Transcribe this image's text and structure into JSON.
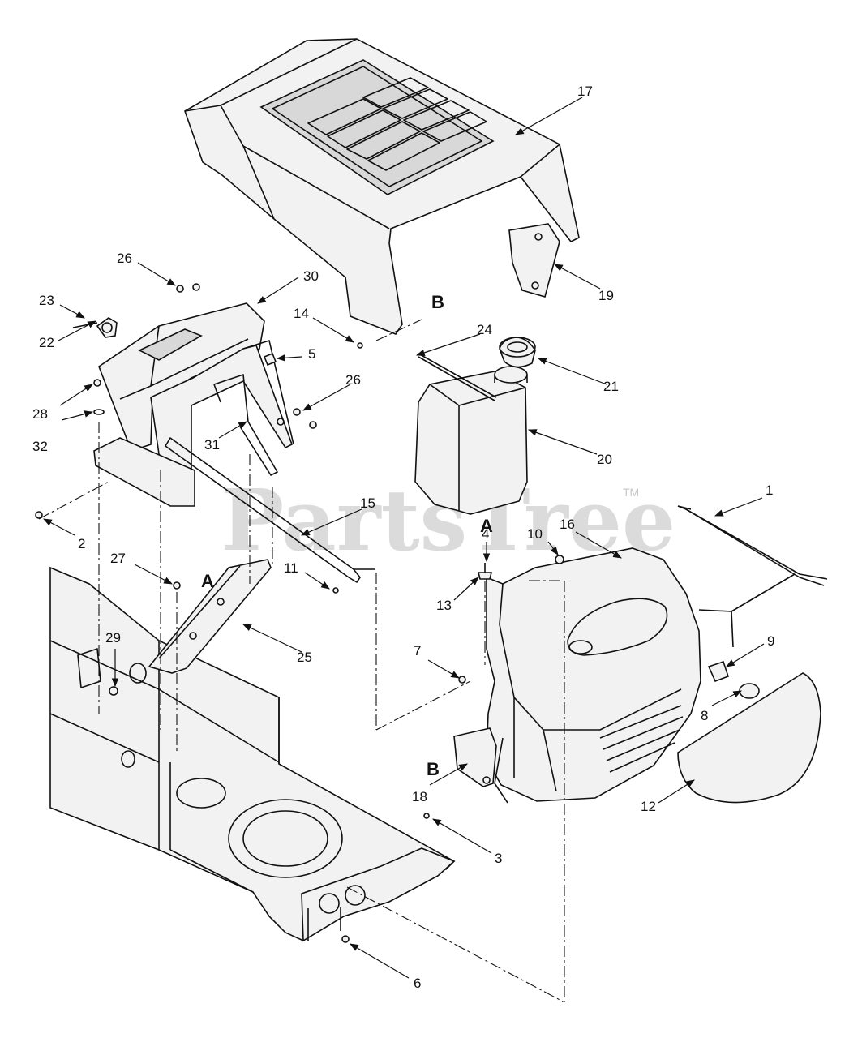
{
  "watermark": {
    "text": "PartsTree",
    "trademark": "TM"
  },
  "callouts": [
    {
      "id": "c1",
      "label": "1"
    },
    {
      "id": "c2",
      "label": "2"
    },
    {
      "id": "c3",
      "label": "3"
    },
    {
      "id": "c4",
      "label": "4"
    },
    {
      "id": "c5",
      "label": "5"
    },
    {
      "id": "c6",
      "label": "6"
    },
    {
      "id": "c7",
      "label": "7"
    },
    {
      "id": "c8",
      "label": "8"
    },
    {
      "id": "c9",
      "label": "9"
    },
    {
      "id": "c10",
      "label": "10"
    },
    {
      "id": "c11",
      "label": "11"
    },
    {
      "id": "c12",
      "label": "12"
    },
    {
      "id": "c13",
      "label": "13"
    },
    {
      "id": "c14",
      "label": "14"
    },
    {
      "id": "c15",
      "label": "15"
    },
    {
      "id": "c16",
      "label": "16"
    },
    {
      "id": "c17",
      "label": "17"
    },
    {
      "id": "c18",
      "label": "18"
    },
    {
      "id": "c19",
      "label": "19"
    },
    {
      "id": "c20",
      "label": "20"
    },
    {
      "id": "c21",
      "label": "21"
    },
    {
      "id": "c22",
      "label": "22"
    },
    {
      "id": "c23",
      "label": "23"
    },
    {
      "id": "c24",
      "label": "24"
    },
    {
      "id": "c25",
      "label": "25"
    },
    {
      "id": "c26a",
      "label": "26"
    },
    {
      "id": "c26b",
      "label": "26"
    },
    {
      "id": "c27",
      "label": "27"
    },
    {
      "id": "c28",
      "label": "28"
    },
    {
      "id": "c29",
      "label": "29"
    },
    {
      "id": "c30",
      "label": "30"
    },
    {
      "id": "c31",
      "label": "31"
    },
    {
      "id": "c32",
      "label": "32"
    }
  ],
  "reference_marks": [
    {
      "id": "ra1",
      "label": "A"
    },
    {
      "id": "ra2",
      "label": "A"
    },
    {
      "id": "rb1",
      "label": "B"
    },
    {
      "id": "rb2",
      "label": "B"
    }
  ]
}
